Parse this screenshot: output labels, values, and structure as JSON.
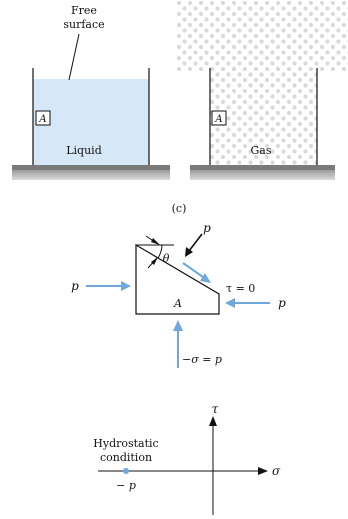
{
  "colors": {
    "liquid": "#d6e8f8",
    "ink": "#111111",
    "arrow_blue": "#6fa8dc",
    "gas_dot": "#d9d9d9",
    "ground": "#8f8f8f",
    "ground_dark": "#6b6b6b"
  },
  "tank_liquid": {
    "free_surface_label_line1": "Free",
    "free_surface_label_line2": "surface",
    "element_label": "A",
    "content_label": "Liquid"
  },
  "tank_gas": {
    "element_label": "A",
    "content_label": "Gas"
  },
  "part_label": "(c)",
  "element_diagram": {
    "theta": "θ",
    "pressure_top": "p",
    "pressure_left": "p",
    "pressure_right": "p",
    "shear": "τ = 0",
    "area_label": "A",
    "bottom_stress": "−σ = p"
  },
  "mohr_axes": {
    "tau_axis": "τ",
    "sigma_axis": "σ",
    "condition_line1": "Hydrostatic",
    "condition_line2": "condition",
    "point_label": "− p"
  }
}
